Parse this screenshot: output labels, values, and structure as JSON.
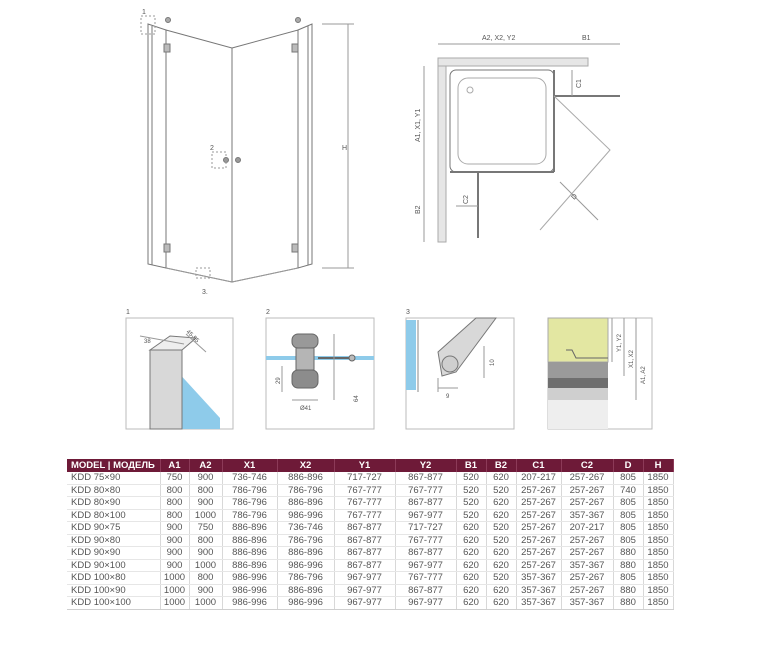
{
  "labels": {
    "callout_1": "1",
    "callout_2": "2",
    "callout_3": "3.",
    "height": "H",
    "top_width": "A2, X2, Y2",
    "right_width": "B1",
    "side_depth": "A1, X1, Y1",
    "lower_depth": "B2",
    "c1": "C1",
    "c2": "C2",
    "d": "D",
    "detail_1": "1",
    "detail_2": "2",
    "detail_3": "3",
    "d1_dim_a": "38",
    "d1_dim_b": "45-55",
    "d2_dim_a": "29",
    "d2_dim_b": "Ø41",
    "d2_dim_c": "64",
    "d3_dim_a": "9",
    "d3_dim_b": "10",
    "d4_dim_a": "Y1, Y2",
    "d4_dim_b": "X1, X2",
    "d4_dim_c": "A1, A2"
  },
  "table": {
    "headers": [
      "MODEL | МОДЕЛЬ",
      "A1",
      "A2",
      "X1",
      "X2",
      "Y1",
      "Y2",
      "B1",
      "B2",
      "C1",
      "C2",
      "D",
      "H"
    ],
    "rows": [
      [
        "KDD 75×90",
        "750",
        "900",
        "736-746",
        "886-896",
        "717-727",
        "867-877",
        "520",
        "620",
        "207-217",
        "257-267",
        "805",
        "1850"
      ],
      [
        "KDD 80×80",
        "800",
        "800",
        "786-796",
        "786-796",
        "767-777",
        "767-777",
        "520",
        "520",
        "257-267",
        "257-267",
        "740",
        "1850"
      ],
      [
        "KDD 80×90",
        "800",
        "900",
        "786-796",
        "886-896",
        "767-777",
        "867-877",
        "520",
        "620",
        "257-267",
        "257-267",
        "805",
        "1850"
      ],
      [
        "KDD 80×100",
        "800",
        "1000",
        "786-796",
        "986-996",
        "767-777",
        "967-977",
        "520",
        "620",
        "257-267",
        "357-367",
        "805",
        "1850"
      ],
      [
        "KDD 90×75",
        "900",
        "750",
        "886-896",
        "736-746",
        "867-877",
        "717-727",
        "620",
        "520",
        "257-267",
        "207-217",
        "805",
        "1850"
      ],
      [
        "KDD 90×80",
        "900",
        "800",
        "886-896",
        "786-796",
        "867-877",
        "767-777",
        "620",
        "520",
        "257-267",
        "257-267",
        "805",
        "1850"
      ],
      [
        "KDD 90×90",
        "900",
        "900",
        "886-896",
        "886-896",
        "867-877",
        "867-877",
        "620",
        "620",
        "257-267",
        "257-267",
        "880",
        "1850"
      ],
      [
        "KDD 90×100",
        "900",
        "1000",
        "886-896",
        "986-996",
        "867-877",
        "967-977",
        "620",
        "620",
        "257-267",
        "357-367",
        "880",
        "1850"
      ],
      [
        "KDD 100×80",
        "1000",
        "800",
        "986-996",
        "786-796",
        "967-977",
        "767-777",
        "620",
        "520",
        "357-367",
        "257-267",
        "805",
        "1850"
      ],
      [
        "KDD 100×90",
        "1000",
        "900",
        "986-996",
        "886-896",
        "967-977",
        "867-877",
        "620",
        "620",
        "357-367",
        "257-267",
        "880",
        "1850"
      ],
      [
        "KDD 100×100",
        "1000",
        "1000",
        "986-996",
        "986-996",
        "967-977",
        "967-977",
        "620",
        "620",
        "357-367",
        "357-367",
        "880",
        "1850"
      ]
    ]
  },
  "colors": {
    "header_bg": "#6e1a38",
    "glass": "#8ecbea",
    "tile_yellow": "#e3e7a2",
    "tile_gray": "#7c7c7c"
  }
}
